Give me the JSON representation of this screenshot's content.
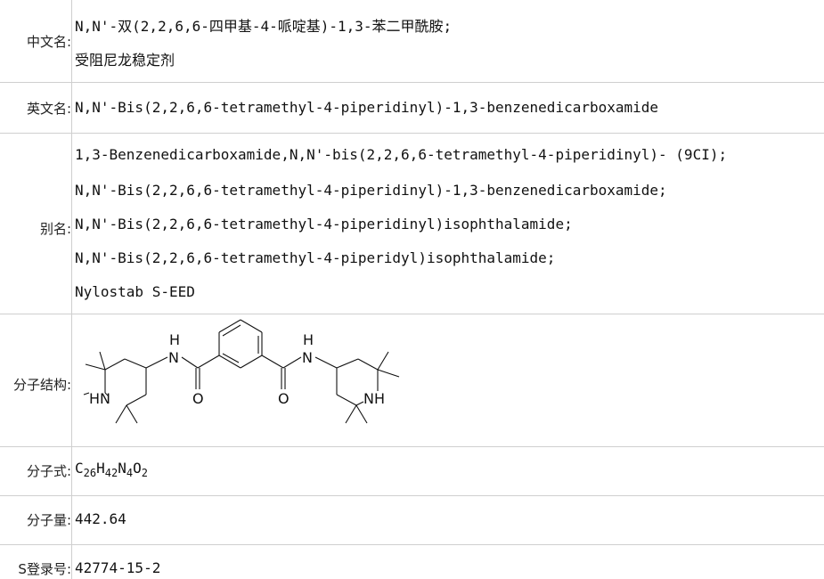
{
  "rows": {
    "chinese_name": {
      "label": "中文名:",
      "lines": [
        "N,N'-双(2,2,6,6-四甲基-4-哌啶基)-1,3-苯二甲酰胺;",
        "受阻尼龙稳定剂"
      ]
    },
    "english_name": {
      "label": "英文名:",
      "value": "N,N'-Bis(2,2,6,6-tetramethyl-4-piperidinyl)-1,3-benzenedicarboxamide"
    },
    "aliases": {
      "label": "别名:",
      "lines": [
        "1,3-Benzenedicarboxamide,N,N'-bis(2,2,6,6-tetramethyl-4-piperidinyl)- (9CI);",
        "N,N'-Bis(2,2,6,6-tetramethyl-4-piperidinyl)-1,3-benzenedicarboxamide;",
        "N,N'-Bis(2,2,6,6-tetramethyl-4-piperidinyl)isophthalamide;",
        "N,N'-Bis(2,2,6,6-tetramethyl-4-piperidyl)isophthalamide;",
        "Nylostab S-EED"
      ]
    },
    "structure": {
      "label": "分子结构:",
      "atoms": {
        "h1": "H",
        "n1": "N",
        "h2": "H",
        "n2": "N",
        "hn_left": "HN",
        "nh_right": "NH",
        "o1": "O",
        "o2": "O"
      }
    },
    "formula": {
      "label": "分子式:",
      "parts": {
        "c": "C",
        "c_n": "26",
        "h": "H",
        "h_n": "42",
        "n": "N",
        "n_n": "4",
        "o": "O",
        "o_n": "2"
      }
    },
    "weight": {
      "label": "分子量:",
      "value": "442.64"
    },
    "cas": {
      "label": "S登录号:",
      "value": "42774-15-2"
    }
  }
}
